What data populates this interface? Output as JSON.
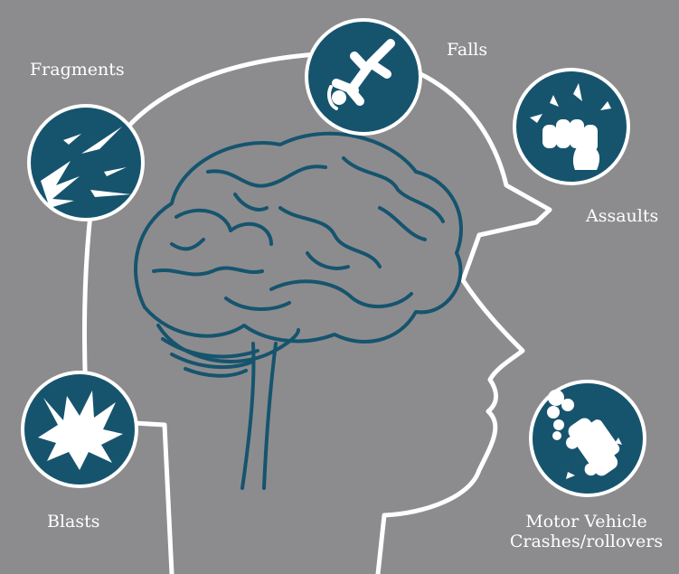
{
  "colors": {
    "background": "#8c8c8e",
    "circle": "#16546e",
    "brain": "#16546e",
    "outline": "#ffffff"
  },
  "causes": [
    {
      "id": "fragments",
      "label": "Fragments",
      "icon": "shrapnel-icon"
    },
    {
      "id": "falls",
      "label": "Falls",
      "icon": "falling-person-icon"
    },
    {
      "id": "assaults",
      "label": "Assaults",
      "icon": "fist-icon"
    },
    {
      "id": "blasts",
      "label": "Blasts",
      "icon": "explosion-icon"
    },
    {
      "id": "vehicle",
      "label": "Motor Vehicle",
      "label2": "Crashes/rollovers",
      "icon": "overturned-car-icon"
    }
  ]
}
